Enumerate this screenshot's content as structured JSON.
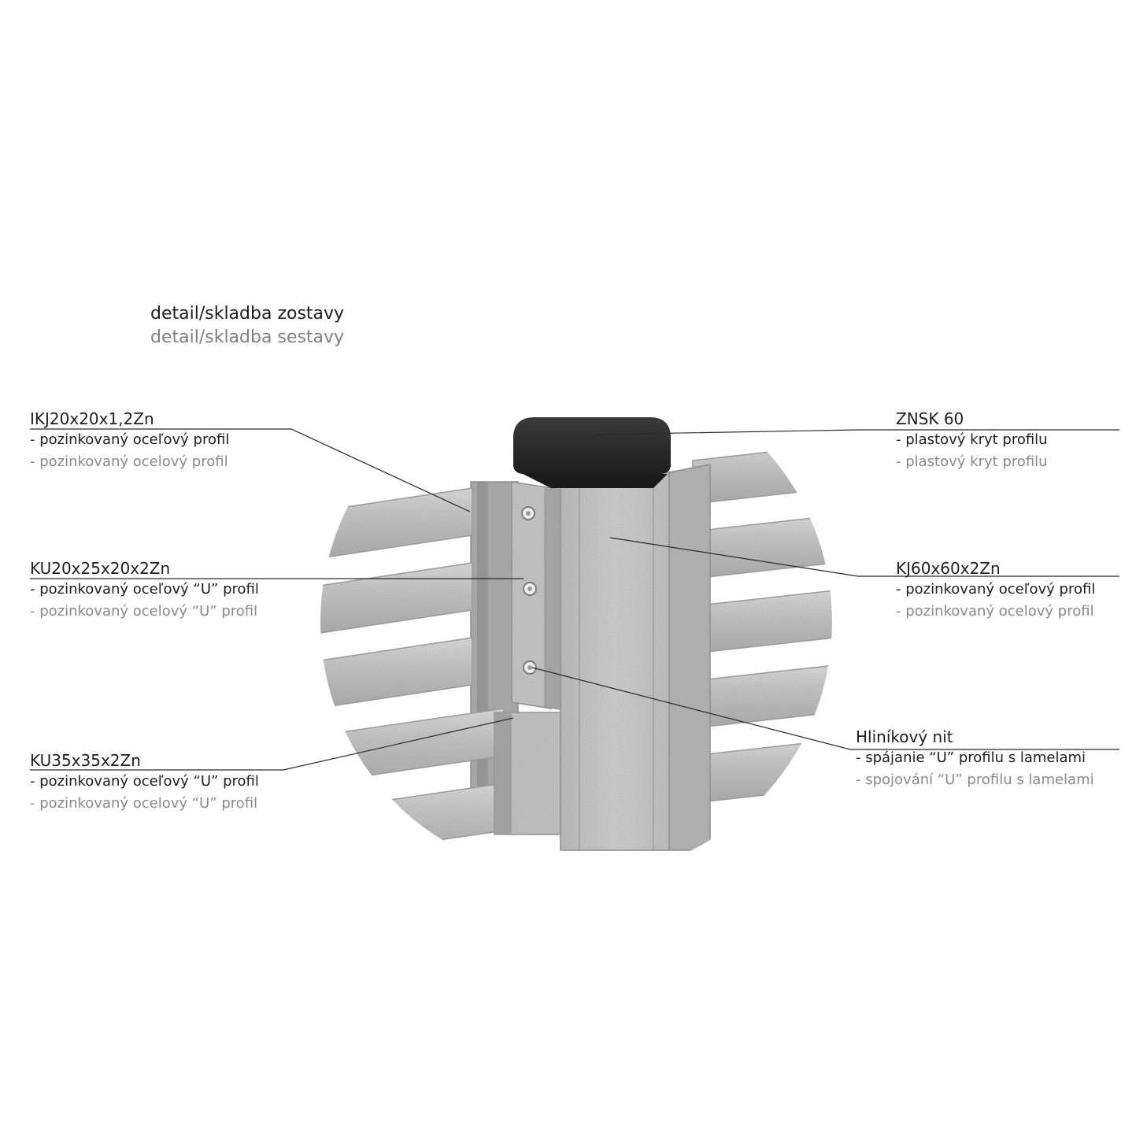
{
  "heading": {
    "line_sk": "detail/skladba zostavy",
    "line_cz": "detail/skladba sestavy"
  },
  "callouts": [
    {
      "code": "IKJ20x20x1,2Zn",
      "sk": "- pozinkovaný oceľový profil",
      "cz": "- pozinkovaný ocelový profil"
    },
    {
      "code": "KU20x25x20x2Zn",
      "sk": "- pozinkovaný oceľový “U” profil",
      "cz": "- pozinkovaný ocelový “U” profil"
    },
    {
      "code": "KU35x35x2Zn",
      "sk": "- pozinkovaný oceľový “U” profil",
      "cz": "- pozinkovaný ocelový “U” profil"
    },
    {
      "code": "ZNSK 60",
      "sk": "- plastový kryt profilu",
      "cz": "- plastový kryt profilu"
    },
    {
      "code": "KJ60x60x2Zn",
      "sk": "- pozinkovaný oceľový profil",
      "cz": "- pozinkovaný ocelový profil"
    },
    {
      "code": "Hliníkový nit",
      "sk": "- spájanie “U” profilu s lamelami",
      "cz": "- spojování “U” profilu s lamelami"
    }
  ],
  "colors": {
    "text_primary": "#1f1f1f",
    "text_secondary": "#8a8a8a",
    "cap": "#2b2b2b",
    "steel_light": "#d7d7d7",
    "steel_mid": "#b9b9b9",
    "steel_dark": "#8f8f8f"
  }
}
